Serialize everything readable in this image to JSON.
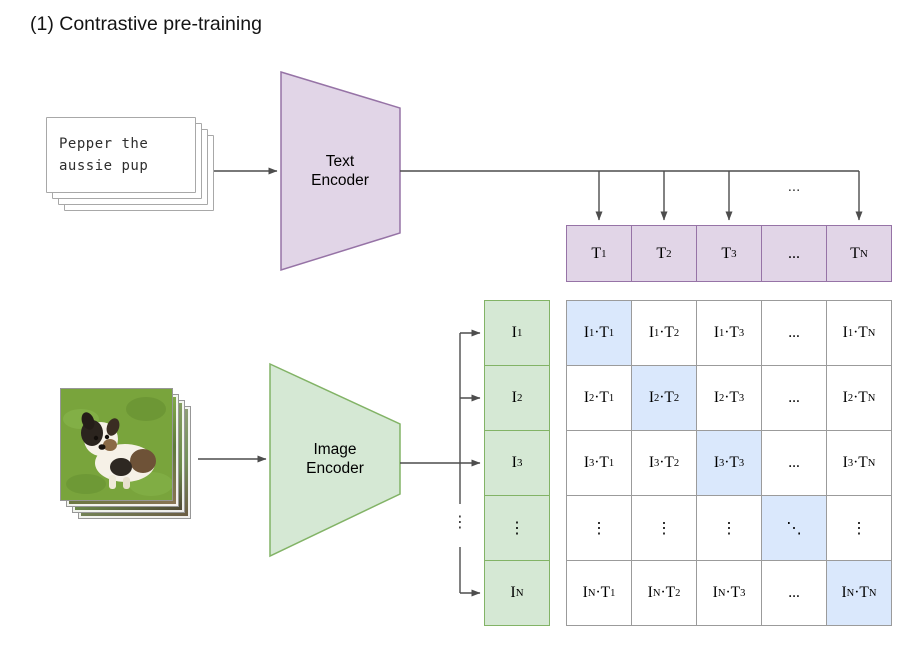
{
  "title": "(1) Contrastive pre-training",
  "text_input": {
    "line1": "Pepper the",
    "line2": "aussie pup"
  },
  "text_encoder": {
    "label": "Text Encoder"
  },
  "image_encoder": {
    "label": "Image Encoder"
  },
  "text_embeddings": {
    "between_arrows_dots": "...",
    "cells": [
      "T1",
      "T2",
      "T3",
      "...",
      "TN"
    ]
  },
  "image_embeddings": {
    "branch_dots": "⋮",
    "cells": [
      "I1",
      "I2",
      "I3",
      "⋮",
      "IN"
    ]
  },
  "similarity_matrix": {
    "rows": [
      [
        "I1·T1",
        "I1·T2",
        "I1·T3",
        "...",
        "I1·TN"
      ],
      [
        "I2·T1",
        "I2·T2",
        "I2·T3",
        "...",
        "I2·TN"
      ],
      [
        "I3·T1",
        "I3·T2",
        "I3·T3",
        "...",
        "I3·TN"
      ],
      [
        "⋮",
        "⋮",
        "⋮",
        "⋱",
        "⋮"
      ],
      [
        "IN·T1",
        "IN·T2",
        "IN·T3",
        "...",
        "IN·TN"
      ]
    ]
  },
  "colors": {
    "text_fill": "#e1d5e7",
    "text_stroke": "#9673a6",
    "image_fill": "#d5e8d4",
    "image_stroke": "#82b366",
    "diagonal_fill": "#dae8fc",
    "grid_line": "#999999",
    "arrow": "#4d4d4d"
  }
}
